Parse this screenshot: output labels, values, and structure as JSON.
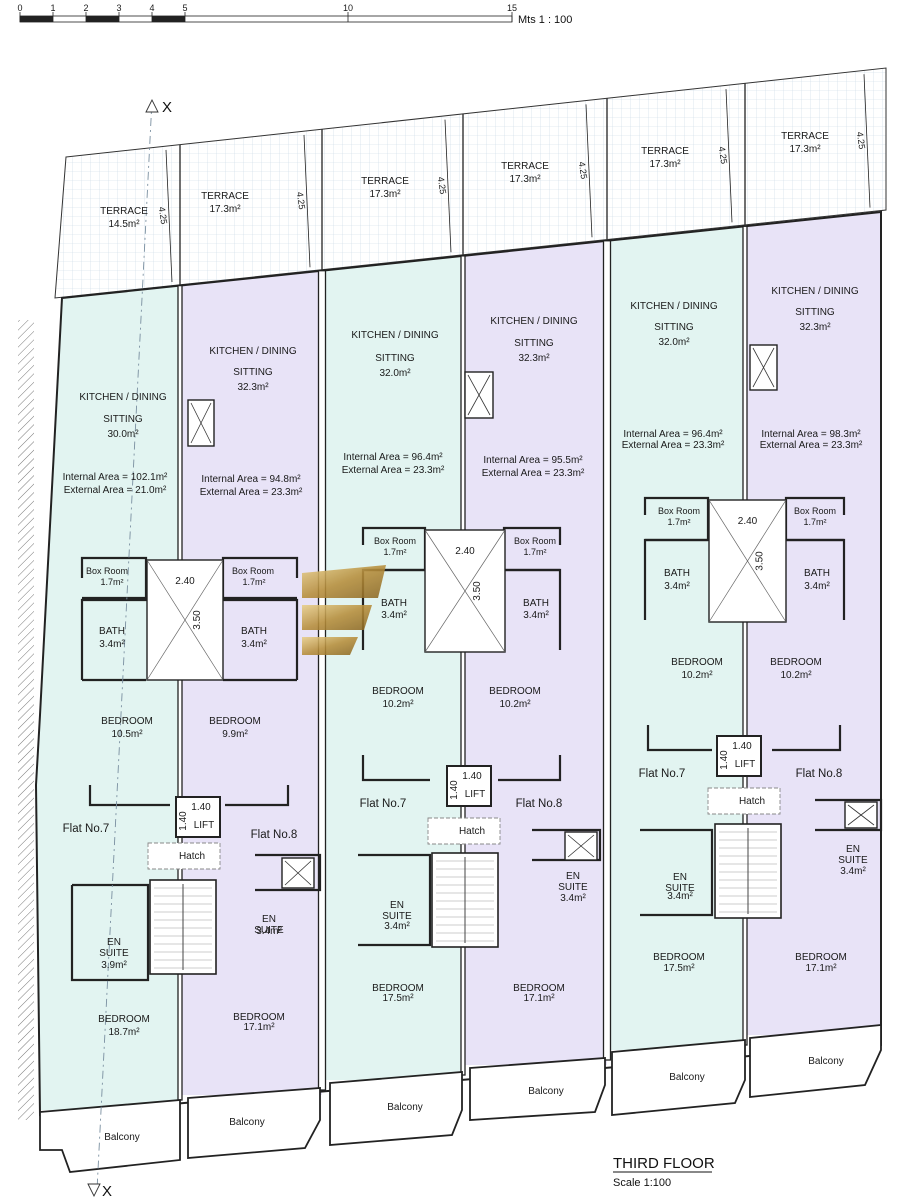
{
  "scale_bar": {
    "ticks": [
      "0",
      "1",
      "2",
      "3",
      "4",
      "5",
      "10",
      "15"
    ],
    "unit_label": "Mts 1 : 100"
  },
  "section_marker": "X",
  "title": "THIRD FLOOR",
  "subtitle": "Scale 1:100",
  "colors": {
    "teal": "#e2f4f1",
    "lavender": "#e8e3f7",
    "wall": "#222222",
    "grid": "#c8d7e4"
  },
  "terraces": [
    {
      "label": "TERRACE",
      "area": "14.5m²"
    },
    {
      "label": "TERRACE",
      "area": "17.3m²"
    },
    {
      "label": "TERRACE",
      "area": "17.3m²"
    },
    {
      "label": "TERRACE",
      "area": "17.3m²"
    },
    {
      "label": "TERRACE",
      "area": "17.3m²"
    },
    {
      "label": "TERRACE",
      "area": "17.3m²"
    }
  ],
  "terrace_dims": [
    "4.25",
    "4.25",
    "4.25",
    "4.25",
    "4.25",
    "4.25"
  ],
  "flats": [
    {
      "kitchen": "KITCHEN / DINING",
      "sitting": "SITTING",
      "sitting_area": "30.0m²",
      "internal": "Internal Area = 102.1m²",
      "external": "External Area =  21.0m²",
      "box_room": "Box Room",
      "box_area": "1.7m²",
      "bath": "BATH",
      "bath_area": "3.4m²",
      "bedroom": "BEDROOM",
      "bedroom_area": "10.5m²",
      "flat_no": "Flat No.7",
      "ensuite": "EN SUITE",
      "ensuite_area": "3.9m²",
      "bedroom2": "BEDROOM",
      "bedroom2_area": "18.7m²",
      "balcony": "Balcony"
    },
    {
      "kitchen": "KITCHEN / DINING",
      "sitting": "SITTING",
      "sitting_area": "32.3m²",
      "internal": "Internal Area = 94.8m²",
      "external": "External Area = 23.3m²",
      "box_room": "Box Room",
      "box_area": "1.7m²",
      "bath": "BATH",
      "bath_area": "3.4m²",
      "bedroom": "BEDROOM",
      "bedroom_area": "9.9m²",
      "flat_no": "Flat No.8",
      "ensuite": "EN SUITE",
      "ensuite_area": "3.4m²",
      "bedroom2": "BEDROOM",
      "bedroom2_area": "17.1m²",
      "balcony": "Balcony"
    },
    {
      "kitchen": "KITCHEN / DINING",
      "sitting": "SITTING",
      "sitting_area": "32.0m²",
      "internal": "Internal Area = 96.4m²",
      "external": "External Area = 23.3m²",
      "box_room": "Box Room",
      "box_area": "1.7m²",
      "bath": "BATH",
      "bath_area": "3.4m²",
      "bedroom": "BEDROOM",
      "bedroom_area": "10.2m²",
      "flat_no": "Flat No.7",
      "ensuite": "EN SUITE",
      "ensuite_area": "3.4m²",
      "bedroom2": "BEDROOM",
      "bedroom2_area": "17.5m²",
      "balcony": "Balcony"
    },
    {
      "kitchen": "KITCHEN / DINING",
      "sitting": "SITTING",
      "sitting_area": "32.3m²",
      "internal": "Internal Area = 95.5m²",
      "external": "External Area = 23.3m²",
      "box_room": "Box Room",
      "box_area": "1.7m²",
      "bath": "BATH",
      "bath_area": "3.4m²",
      "bedroom": "BEDROOM",
      "bedroom_area": "10.2m²",
      "flat_no": "Flat No.8",
      "ensuite": "EN SUITE",
      "ensuite_area": "3.4m²",
      "bedroom2": "BEDROOM",
      "bedroom2_area": "17.1m²",
      "balcony": "Balcony"
    },
    {
      "kitchen": "KITCHEN / DINING",
      "sitting": "SITTING",
      "sitting_area": "32.0m²",
      "internal": "Internal Area = 96.4m²",
      "external": "External Area = 23.3m²",
      "box_room": "Box Room",
      "box_area": "1.7m²",
      "bath": "BATH",
      "bath_area": "3.4m²",
      "bedroom": "BEDROOM",
      "bedroom_area": "10.2m²",
      "flat_no": "Flat No.7",
      "ensuite": "EN SUITE",
      "ensuite_area": "3.4m²",
      "bedroom2": "BEDROOM",
      "bedroom2_area": "17.5m²",
      "balcony": "Balcony"
    },
    {
      "kitchen": "KITCHEN / DINING",
      "sitting": "SITTING",
      "sitting_area": "32.3m²",
      "internal": "Internal Area = 98.3m²",
      "external": "External Area = 23.3m²",
      "box_room": "Box Room",
      "box_area": "1.7m²",
      "bath": "BATH",
      "bath_area": "3.4m²",
      "bedroom": "BEDROOM",
      "bedroom_area": "10.2m²",
      "flat_no": "Flat No.8",
      "ensuite": "EN SUITE",
      "ensuite_area": "3.4m²",
      "bedroom2": "BEDROOM",
      "bedroom2_area": "17.1m²",
      "balcony": "Balcony"
    }
  ],
  "cores": [
    {
      "width": "2.40",
      "depth": "3.50",
      "lift": "LIFT",
      "lift_w": "1.40",
      "lift_d": "1.40",
      "hatch": "Hatch"
    },
    {
      "width": "2.40",
      "depth": "3.50",
      "lift": "LIFT",
      "lift_w": "1.40",
      "lift_d": "1.40",
      "hatch": "Hatch"
    },
    {
      "width": "2.40",
      "depth": "3.50",
      "lift": "LIFT",
      "lift_w": "1.40",
      "lift_d": "1.40",
      "hatch": "Hatch"
    }
  ]
}
